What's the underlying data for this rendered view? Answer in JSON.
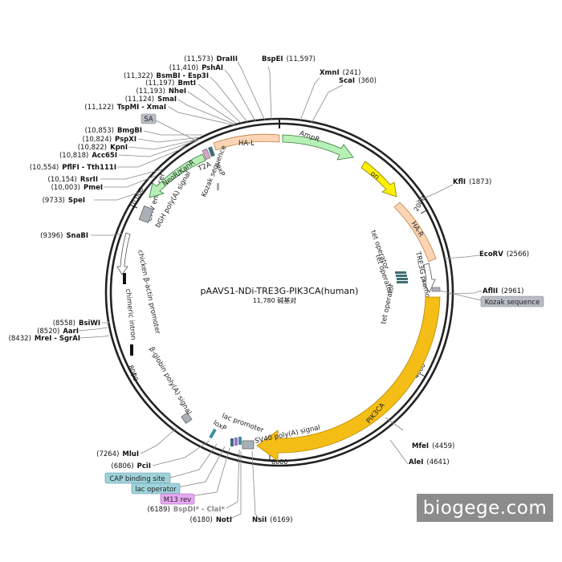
{
  "plasmid": {
    "name": "pAAVS1-NDi-TRE3G-PIK3CA(human)",
    "size": "11,780 碱基对"
  },
  "watermark": "biogege.com",
  "ticks": [
    "2000",
    "4000",
    "6000",
    "8000",
    "10,000"
  ],
  "sites": [
    {
      "id": "drai",
      "num": "(11,573)",
      "name": "DraIII"
    },
    {
      "id": "pshai",
      "num": "(11,410)",
      "name": "PshAI"
    },
    {
      "id": "bsmbi",
      "num": "(11,322)",
      "name": "BsmBI - Esp3I"
    },
    {
      "id": "bmti",
      "num": "(11,197)",
      "name": "BmtI"
    },
    {
      "id": "nhei",
      "num": "(11,193)",
      "name": "NheI"
    },
    {
      "id": "smai",
      "num": "(11,124)",
      "name": "SmaI"
    },
    {
      "id": "tspmi",
      "num": "(11,122)",
      "name": "TspMI - XmaI"
    },
    {
      "id": "bmgbi",
      "num": "(10,853)",
      "name": "BmgBI"
    },
    {
      "id": "pspxi",
      "num": "(10,824)",
      "name": "PspXI"
    },
    {
      "id": "kpni",
      "num": "(10,822)",
      "name": "KpnI"
    },
    {
      "id": "acc65i",
      "num": "(10,818)",
      "name": "Acc65I"
    },
    {
      "id": "pflfi",
      "num": "(10,554)",
      "name": "PflFI - Tth111I"
    },
    {
      "id": "rsrii",
      "num": "(10,154)",
      "name": "RsrII"
    },
    {
      "id": "pmei",
      "num": "(10,003)",
      "name": "PmeI"
    },
    {
      "id": "spei",
      "num": "(9733)",
      "name": "SpeI"
    },
    {
      "id": "snabi",
      "num": "(9396)",
      "name": "SnaBI"
    },
    {
      "id": "bsiwi",
      "num": "(8558)",
      "name": "BsiWI"
    },
    {
      "id": "aari",
      "num": "(8520)",
      "name": "AarI"
    },
    {
      "id": "mrei",
      "num": "(8432)",
      "name": "MreI - SgrAI"
    },
    {
      "id": "mlui",
      "num": "(7264)",
      "name": "MluI"
    },
    {
      "id": "pcii",
      "num": "(6806)",
      "name": "PciI"
    },
    {
      "id": "bspei",
      "name": "BspEI",
      "num": "(11,597)"
    },
    {
      "id": "xmni",
      "name": "XmnI",
      "num": "(241)"
    },
    {
      "id": "scai",
      "name": "ScaI",
      "num": "(360)"
    },
    {
      "id": "kfli",
      "name": "KflI",
      "num": "(1873)"
    },
    {
      "id": "ecorv",
      "name": "EcoRV",
      "num": "(2566)"
    },
    {
      "id": "aflii",
      "name": "AflII",
      "num": "(2961)"
    },
    {
      "id": "mfei",
      "name": "MfeI",
      "num": "(4459)"
    },
    {
      "id": "alei",
      "name": "AleI",
      "num": "(4641)"
    },
    {
      "id": "nsii",
      "name": "NsiI",
      "num": "(6169)"
    },
    {
      "id": "noti",
      "name": "NotI",
      "num": "(6180)"
    },
    {
      "id": "bspdi",
      "num": "(6189)",
      "name": "BspDI* - ClaI*"
    }
  ],
  "boxes": {
    "sa": "SA",
    "kozak_right": "Kozak sequence",
    "cap": "CAP binding site",
    "lacop": "lac operator",
    "m13": "M13 rev"
  },
  "features": {
    "ampr": "AmpR",
    "ori": "ori",
    "hal": "HA-L",
    "har": "HA-R",
    "tre3g": "TRE3G promoter",
    "tetop1": "tet operator",
    "tetop2": "tet operator",
    "tetop3": "tet operator",
    "pik3ca": "PIK3CA",
    "sv40": "SV40 poly(A) signal",
    "lacprom": "lac promoter",
    "loxp1": "loxP",
    "loxp2": "loxP",
    "t2a": "T2A",
    "kozak": "Kozak sequence",
    "neor": "NeoR/KanR",
    "bgh": "bGH poly(A) signal",
    "cmv": "CMV enhancer",
    "cba": "chicken β-actin promoter",
    "chim": "chimeric intron",
    "bglob": "β-globin poly(A) signal"
  },
  "colors": {
    "ampr": "#b6f0b6",
    "ori": "#ffef00",
    "ha": "#fbd5b5",
    "pik3ca": "#f5be16",
    "neor": "#b6f0b6",
    "box_gray": "#b8bcc4",
    "box_teal": "#9fd3dc",
    "box_violet": "#e7a8f3"
  }
}
